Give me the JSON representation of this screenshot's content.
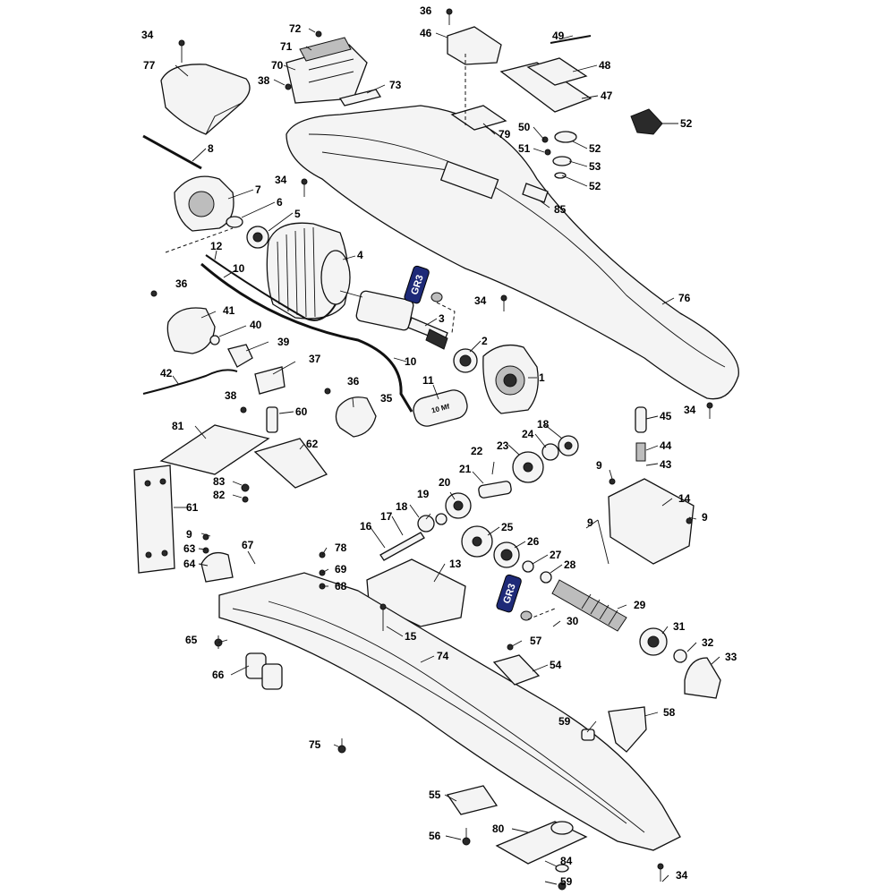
{
  "grease_badges": [
    {
      "id": "gr3-upper",
      "text": "GR3"
    },
    {
      "id": "gr3-lower",
      "text": "GR3"
    }
  ],
  "capacitor_label": "10 Mf",
  "callouts": [
    "1",
    "2",
    "3",
    "4",
    "5",
    "6",
    "7",
    "8",
    "9",
    "10",
    "11",
    "12",
    "13",
    "14",
    "15",
    "16",
    "17",
    "18",
    "19",
    "20",
    "21",
    "22",
    "23",
    "24",
    "25",
    "26",
    "27",
    "28",
    "29",
    "30",
    "31",
    "32",
    "33",
    "34",
    "35",
    "36",
    "37",
    "38",
    "39",
    "40",
    "41",
    "42",
    "43",
    "44",
    "45",
    "46",
    "47",
    "48",
    "49",
    "50",
    "51",
    "52",
    "53",
    "54",
    "55",
    "56",
    "57",
    "58",
    "59",
    "60",
    "61",
    "62",
    "63",
    "64",
    "65",
    "66",
    "67",
    "68",
    "69",
    "70",
    "71",
    "72",
    "73",
    "74",
    "75",
    "76",
    "77",
    "78",
    "79",
    "80",
    "81",
    "82",
    "83",
    "84",
    "85"
  ]
}
